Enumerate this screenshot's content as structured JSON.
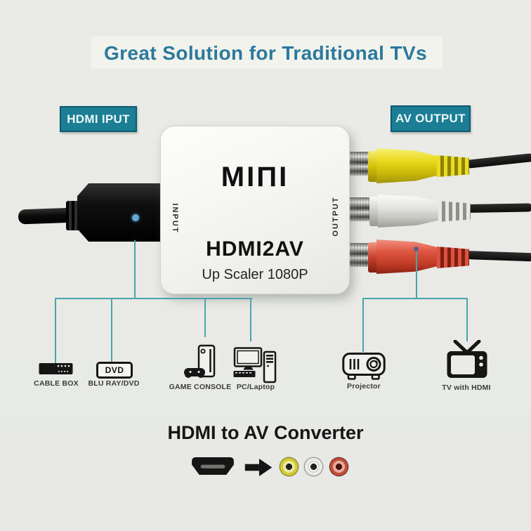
{
  "page": {
    "title": "Great Solution for Traditional TVs",
    "footer_caption": "HDMI to AV Converter"
  },
  "badges": {
    "input": "HDMI IPUT",
    "output": "AV OUTPUT"
  },
  "converter": {
    "brand": "MIΠI",
    "model": "HDMI2AV",
    "subtitle": "Up Scaler 1080P",
    "input_label": "INPUT",
    "output_label": "OUTPUT"
  },
  "devices": [
    {
      "label": "CABLE BOX"
    },
    {
      "label": "BLU RAY/DVD",
      "icon_text": "DVD"
    },
    {
      "label": "GAME CONSOLE"
    },
    {
      "label": "PC/Laptop"
    },
    {
      "label": "Projector"
    },
    {
      "label": "TV with HDMI"
    }
  ],
  "colors": {
    "background": "#e9eae6",
    "title_blue": "#2b7a9d",
    "badge_teal": "#1b7e95",
    "badge_border": "#0e5a72",
    "line_teal": "#4da3ab",
    "rca_yellow": "#e6d419",
    "rca_white": "#dededc",
    "rca_red": "#d8503e"
  }
}
